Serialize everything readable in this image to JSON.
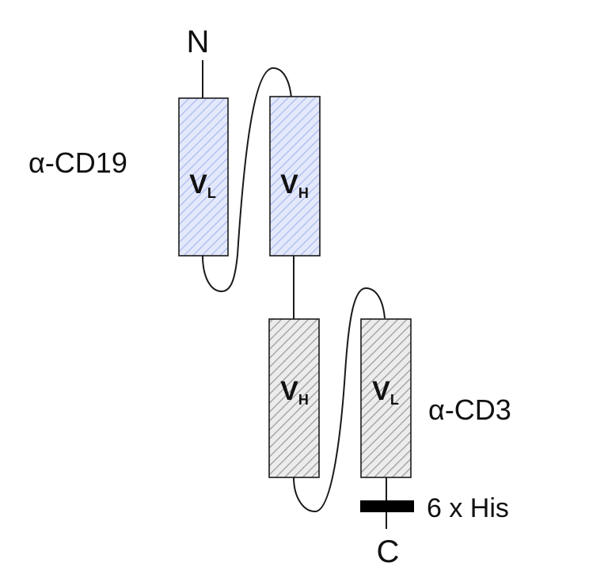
{
  "labels": {
    "n_terminus": "N",
    "c_terminus": "C",
    "cd19": "α-CD19",
    "cd3": "α-CD3",
    "his_tag": "6 x His"
  },
  "domains": {
    "d1": {
      "main": "V",
      "sub": "L"
    },
    "d2": {
      "main": "V",
      "sub": "H"
    },
    "d3": {
      "main": "V",
      "sub": "H"
    },
    "d4": {
      "main": "V",
      "sub": "L"
    }
  },
  "colors": {
    "cd19_fill": "#e3e9fb",
    "cd19_stripe": "#a9b8ee",
    "cd3_fill": "#ececec",
    "cd3_stripe": "#9e9e9e",
    "stroke": "#1a1a1a",
    "his_tag": "#000000"
  }
}
